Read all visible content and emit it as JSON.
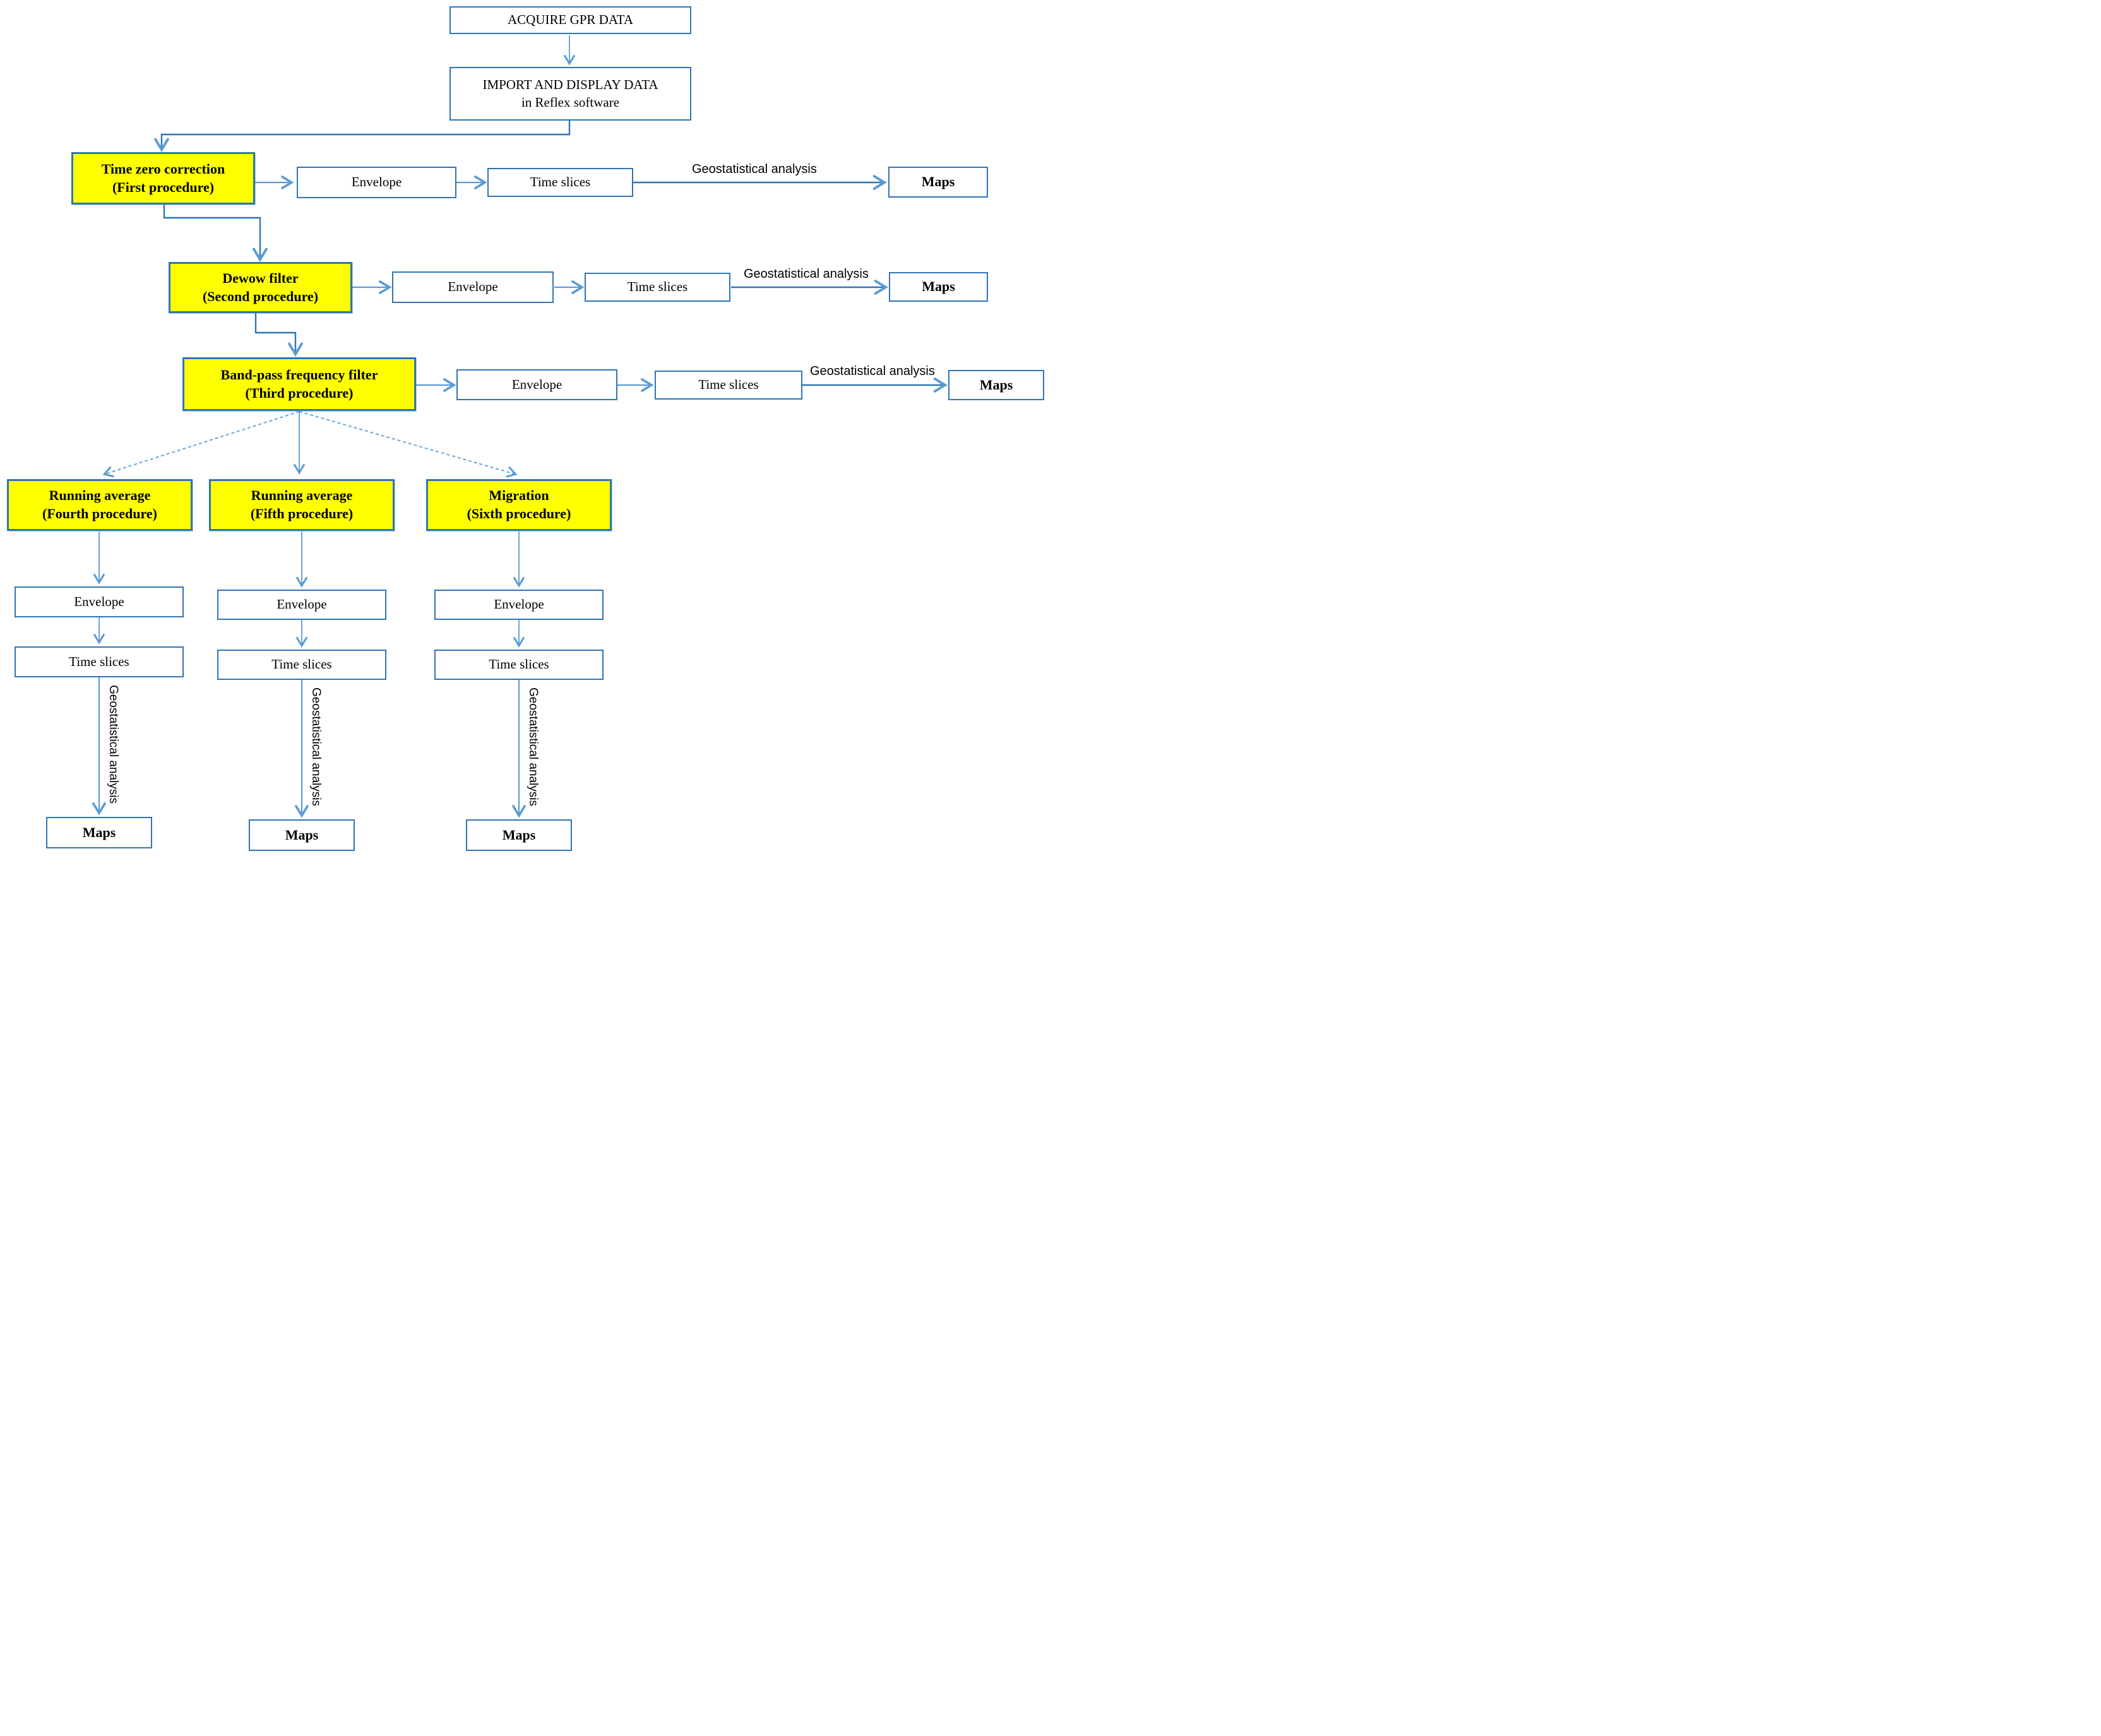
{
  "flowchart": {
    "colors": {
      "box_border": "#2E75B6",
      "highlight_fill": "#FFFF00",
      "arrow_light": "#5B9BD5",
      "arrow_dark": "#2E75B6",
      "text_color": "#000000"
    },
    "start": {
      "acquire": "ACQUIRE GPR DATA",
      "import_line1": "IMPORT AND DISPLAY DATA",
      "import_line2": "in Reflex software"
    },
    "procedures": [
      {
        "name": "Time zero correction",
        "stage": "(First procedure)"
      },
      {
        "name": "Dewow filter",
        "stage": "(Second procedure)"
      },
      {
        "name": "Band-pass frequency filter",
        "stage": "(Third procedure)"
      },
      {
        "name": "Running average",
        "stage": "(Fourth procedure)"
      },
      {
        "name": "Running average",
        "stage": "(Fifth procedure)"
      },
      {
        "name": "Migration",
        "stage": "(Sixth procedure)"
      }
    ],
    "outputs": {
      "envelope": "Envelope",
      "time_slices": "Time slices",
      "maps": "Maps"
    },
    "edge_label": "Geostatistical analysis"
  }
}
